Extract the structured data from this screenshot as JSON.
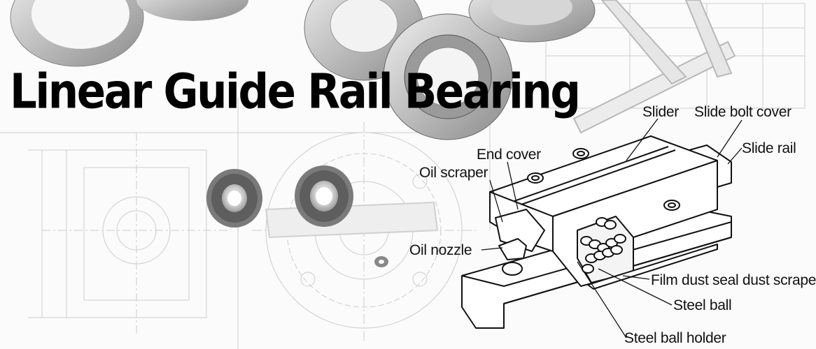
{
  "title": "Linear Guide Rail Bearing",
  "labels": {
    "slider": "Slider",
    "slide_bolt_cover": "Slide bolt cover",
    "slide_rail": "Slide rail",
    "end_cover": "End cover",
    "oil_scraper": "Oil scraper",
    "oil_nozzle": "Oil nozzle",
    "film_dust_seal": "Film dust seal dust scraper",
    "steel_ball": "Steel ball",
    "steel_ball_holder": "Steel ball holder"
  },
  "colors": {
    "ink": "#111111",
    "background": "#fbfbfb",
    "sketch": "#c8c8c8"
  }
}
